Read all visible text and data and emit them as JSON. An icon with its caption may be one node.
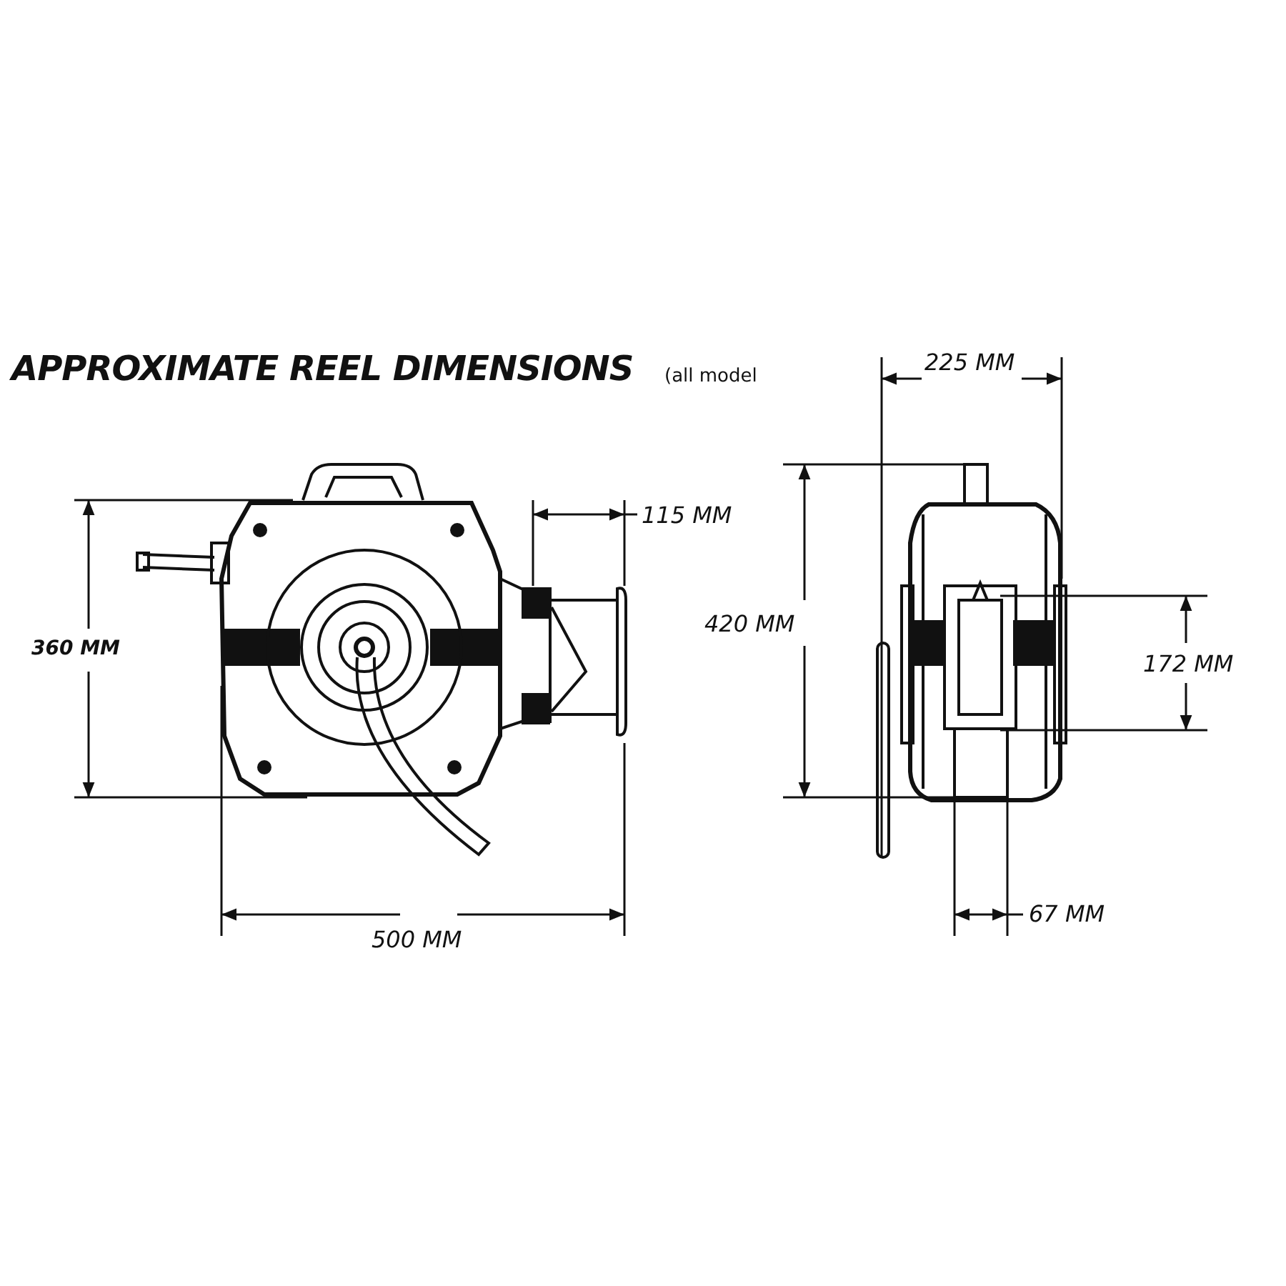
{
  "diagram": {
    "title": "APPROXIMATE REEL DIMENSIONS",
    "labels": [
      "(all model",
      "225 MM",
      "115 MM",
      "360 MM",
      "420 MM",
      "172 MM",
      "500 MM",
      "67 MM"
    ]
  }
}
